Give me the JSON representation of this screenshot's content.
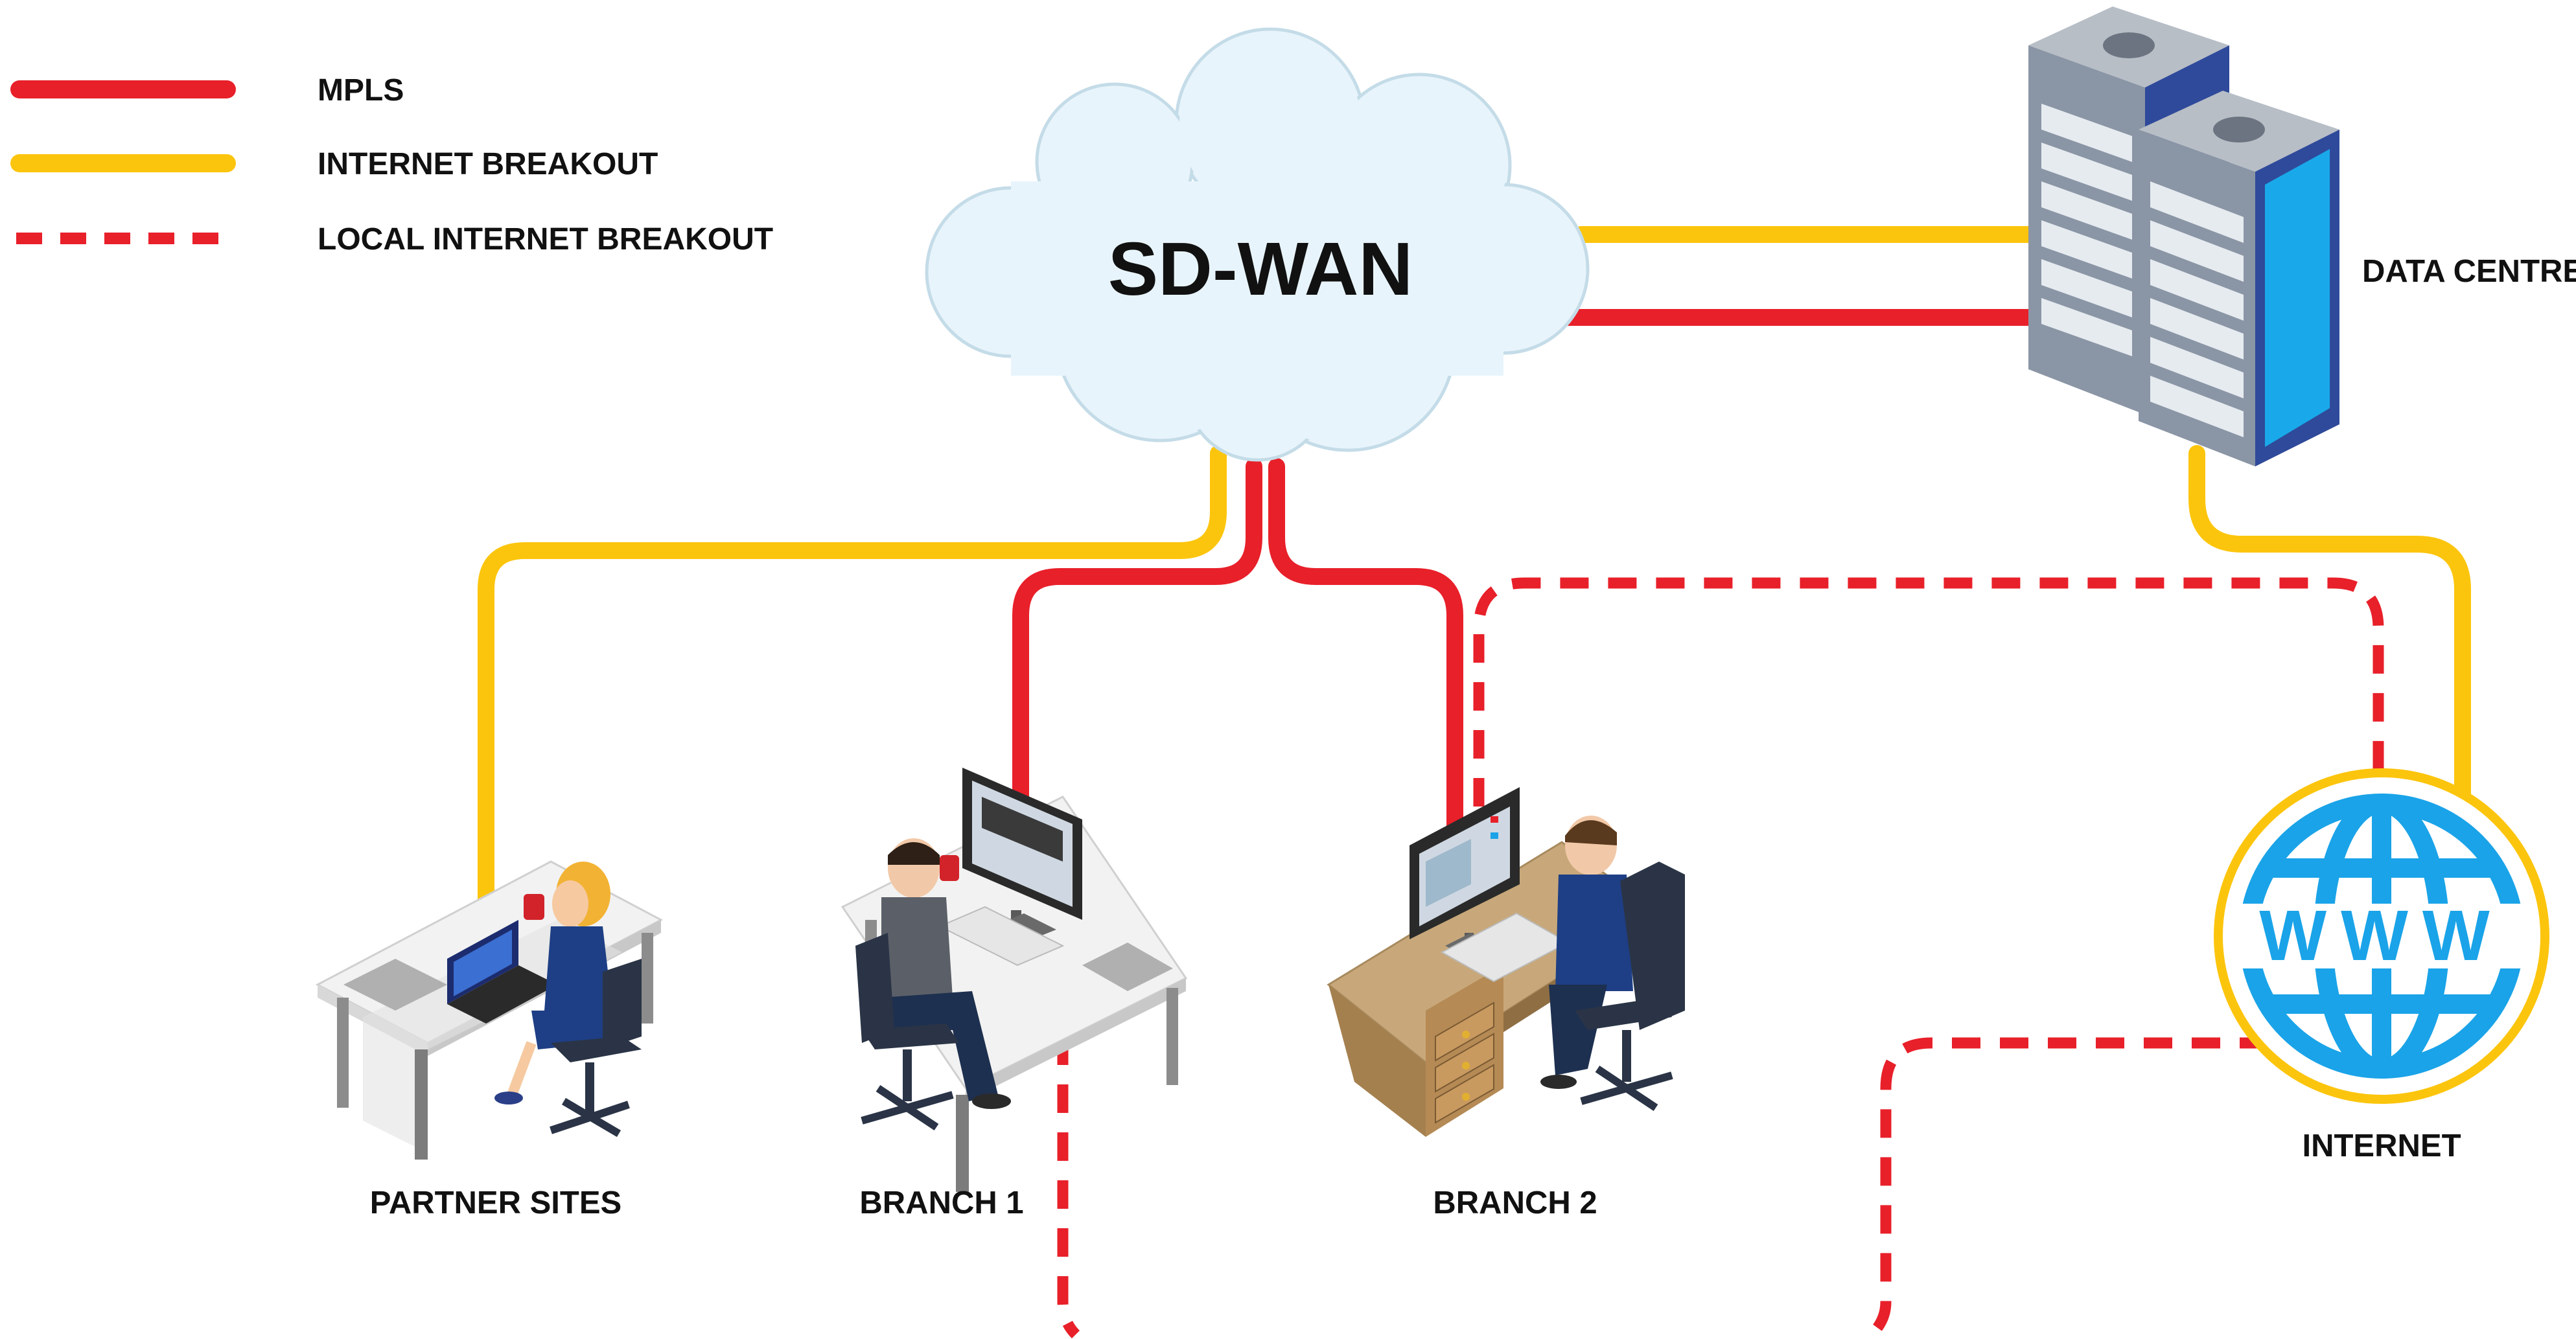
{
  "legend": {
    "items": [
      {
        "label": "MPLS",
        "style": "solid",
        "color": "#e8202a"
      },
      {
        "label": "INTERNET BREAKOUT",
        "style": "solid",
        "color": "#fcc50d"
      },
      {
        "label": "LOCAL INTERNET BREAKOUT",
        "style": "dashed",
        "color": "#e8202a"
      }
    ]
  },
  "cloud": {
    "label": "SD-WAN",
    "color": "#e8f4fb"
  },
  "nodes": {
    "data_centre": {
      "label": "DATA CENTRE",
      "icon": "server-rack-icon"
    },
    "internet": {
      "label": "INTERNET",
      "icon": "www-globe-icon",
      "globe_text": "WWW"
    },
    "partner_sites": {
      "label": "PARTNER SITES",
      "icon": "laptop-workstation-icon"
    },
    "branch_1": {
      "label": "BRANCH 1",
      "icon": "desktop-workstation-icon"
    },
    "branch_2": {
      "label": "BRANCH 2",
      "icon": "desktop-workstation-icon"
    }
  },
  "colors": {
    "mpls": "#e8202a",
    "internet_breakout": "#fcc50d",
    "globe_blue": "#1aa3e8",
    "server_blue": "#2f4a9a"
  }
}
